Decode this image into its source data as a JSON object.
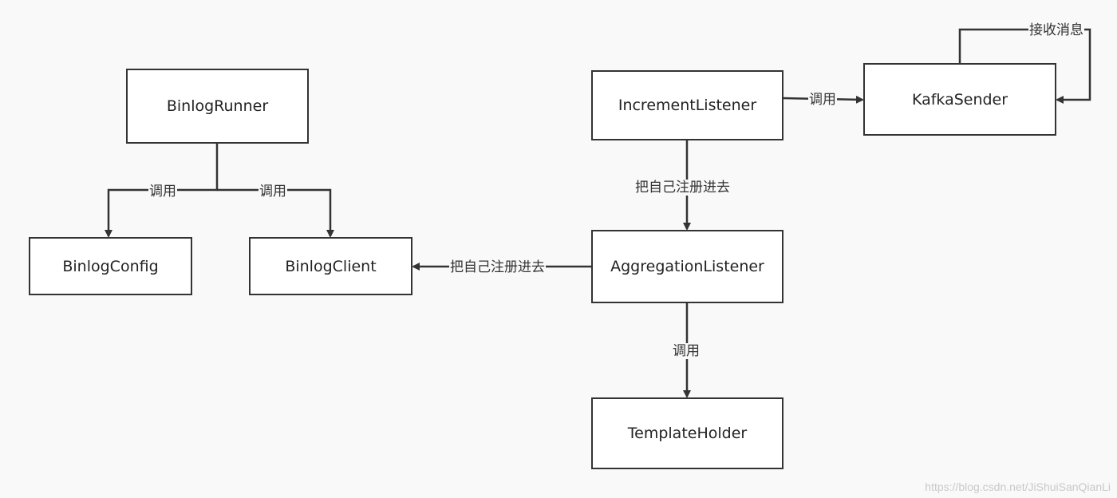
{
  "diagram": {
    "nodes": {
      "binlog_runner": "BinlogRunner",
      "binlog_config": "BinlogConfig",
      "binlog_client": "BinlogClient",
      "increment_listener": "IncrementListener",
      "kafka_sender": "KafkaSender",
      "aggregation_listener": "AggregationListener",
      "template_holder": "TemplateHolder"
    },
    "edges": {
      "runner_to_config": "调用",
      "runner_to_client": "调用",
      "increment_to_kafka": "调用",
      "kafka_self_loop": "接收消息",
      "increment_to_aggregation": "把自己注册进去",
      "aggregation_to_client": "把自己注册进去",
      "aggregation_to_template": "调用"
    },
    "colors": {
      "line": "#333333",
      "node_border": "#333333",
      "node_fill": "#ffffff",
      "background": "#f9f9f9",
      "watermark": "#c9c9c9"
    }
  },
  "watermark": "https://blog.csdn.net/JiShuiSanQianLi"
}
